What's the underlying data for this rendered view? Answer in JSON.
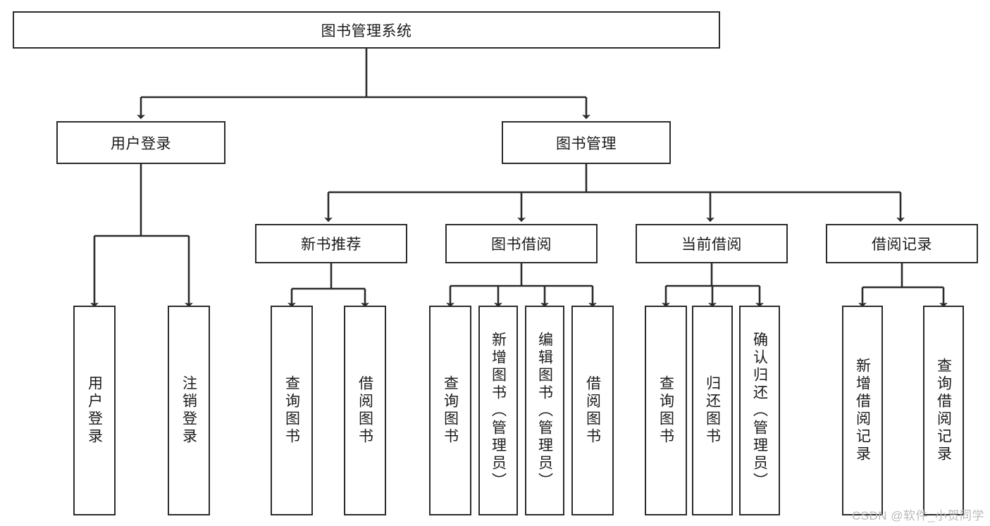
{
  "diagram": {
    "type": "tree",
    "title": "图书管理系统",
    "watermark": "CSDN @软件_小贺同学",
    "colors": {
      "stroke": "#2b2b2b",
      "fill": "#ffffff",
      "text": "#1b1b1b",
      "watermark": "#b9b9b9"
    },
    "nodes": {
      "root": {
        "label": "图书管理系统",
        "orientation": "horizontal"
      },
      "l2": [
        {
          "id": "user-login",
          "label": "用户登录",
          "orientation": "horizontal"
        },
        {
          "id": "book-manage",
          "label": "图书管理",
          "orientation": "horizontal"
        }
      ],
      "l3": [
        {
          "id": "new-book-rec",
          "label": "新书推荐",
          "orientation": "horizontal"
        },
        {
          "id": "book-borrow",
          "label": "图书借阅",
          "orientation": "horizontal"
        },
        {
          "id": "current-borrow",
          "label": "当前借阅",
          "orientation": "horizontal"
        },
        {
          "id": "borrow-record",
          "label": "借阅记录",
          "orientation": "horizontal"
        }
      ],
      "leaves": [
        {
          "id": "leaf-user-login",
          "label": "用户登录",
          "parent": "user-login",
          "orientation": "vertical"
        },
        {
          "id": "leaf-user-logout",
          "label": "注销登录",
          "parent": "user-login",
          "orientation": "vertical"
        },
        {
          "id": "leaf-query-book-1",
          "label": "查询图书",
          "parent": "new-book-rec",
          "orientation": "vertical"
        },
        {
          "id": "leaf-borrow-book-1",
          "label": "借阅图书",
          "parent": "new-book-rec",
          "orientation": "vertical"
        },
        {
          "id": "leaf-query-book-2",
          "label": "查询图书",
          "parent": "book-borrow",
          "orientation": "vertical"
        },
        {
          "id": "leaf-add-book",
          "label": "新增图书（管理员）",
          "parent": "book-borrow",
          "orientation": "vertical"
        },
        {
          "id": "leaf-edit-book",
          "label": "编辑图书（管理员）",
          "parent": "book-borrow",
          "orientation": "vertical"
        },
        {
          "id": "leaf-borrow-book-2",
          "label": "借阅图书",
          "parent": "book-borrow",
          "orientation": "vertical"
        },
        {
          "id": "leaf-query-book-3",
          "label": "查询图书",
          "parent": "current-borrow",
          "orientation": "vertical"
        },
        {
          "id": "leaf-return-book",
          "label": "归还图书",
          "parent": "current-borrow",
          "orientation": "vertical"
        },
        {
          "id": "leaf-confirm-return",
          "label": "确认归还（管理员）",
          "parent": "current-borrow",
          "orientation": "vertical"
        },
        {
          "id": "leaf-add-record",
          "label": "新增借阅记录",
          "parent": "borrow-record",
          "orientation": "vertical"
        },
        {
          "id": "leaf-query-record",
          "label": "查询借阅记录",
          "parent": "borrow-record",
          "orientation": "vertical"
        }
      ]
    }
  }
}
